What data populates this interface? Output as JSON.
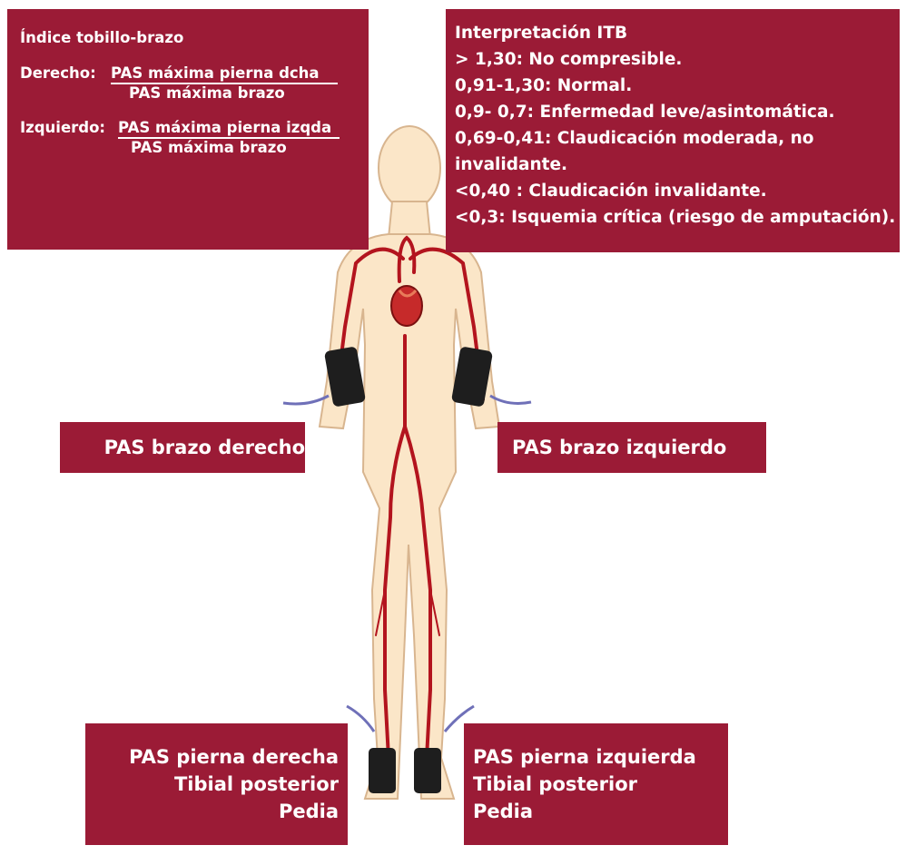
{
  "formula": {
    "title": "Índice tobillo-brazo",
    "right": {
      "label": "Derecho:",
      "numerator": "PAS máxima pierna dcha",
      "denominator": "PAS máxima brazo"
    },
    "left": {
      "label": "Izquierdo:",
      "numerator": "PAS máxima pierna izqda",
      "denominator": "PAS máxima brazo"
    }
  },
  "interpretation": {
    "title": "Interpretación ITB",
    "lines": [
      "> 1,30:  No compresible.",
      "0,91-1,30:  Normal.",
      "0,9- 0,7:  Enfermedad leve/asintomática.",
      "0,69-0,41:  Claudicación moderada, no",
      "invalidante.",
      "<0,40 : Claudicación invalidante.",
      "<0,3: Isquemia crítica (riesgo de amputación)."
    ]
  },
  "labels": {
    "arm_right": "PAS brazo derecho",
    "arm_left": "PAS brazo izquierdo",
    "leg_right": [
      "PAS pierna derecha",
      "Tibial posterior",
      "Pedia"
    ],
    "leg_left": [
      "PAS pierna izquierda",
      "Tibial posterior",
      "Pedia"
    ]
  },
  "colors": {
    "panel": "#9b1b36",
    "skin": "#fbe6c8",
    "artery": "#b3141e",
    "cuff": "#1e1e1e",
    "vein": "#6f70b8"
  }
}
